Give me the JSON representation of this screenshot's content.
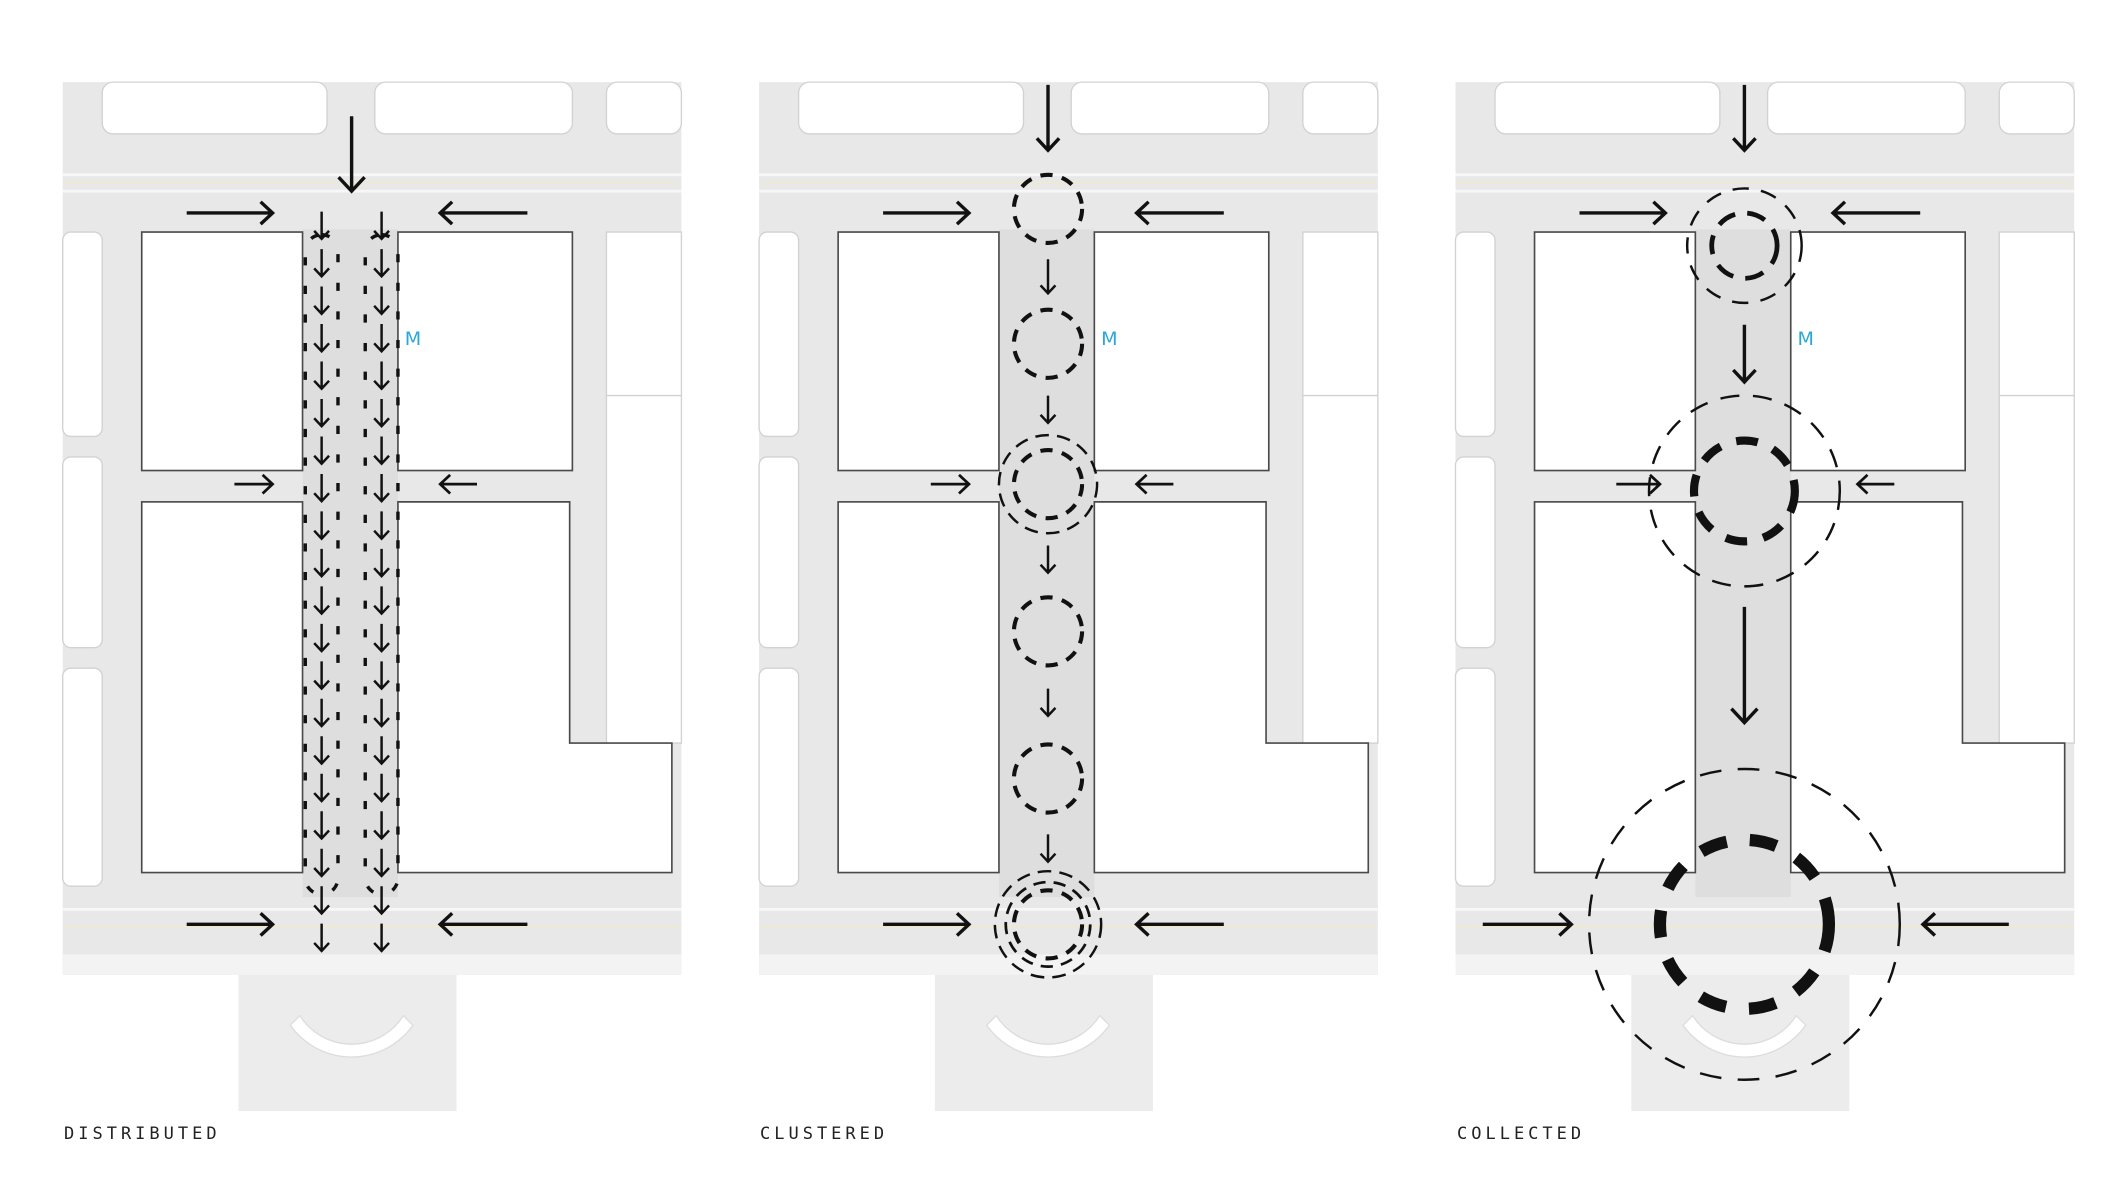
{
  "colors": {
    "road": "#e8e8e8",
    "corridor": "#dedede",
    "block": "#ffffff",
    "block_outline": "#4a4a4a",
    "arrow": "#111111",
    "metro": "#29a8d8"
  },
  "metro_symbol": "M",
  "panels": [
    {
      "id": "distributed",
      "label": "DISTRIBUTED"
    },
    {
      "id": "clustered",
      "label": "CLUSTERED"
    },
    {
      "id": "collected",
      "label": "COLLECTED"
    }
  ]
}
